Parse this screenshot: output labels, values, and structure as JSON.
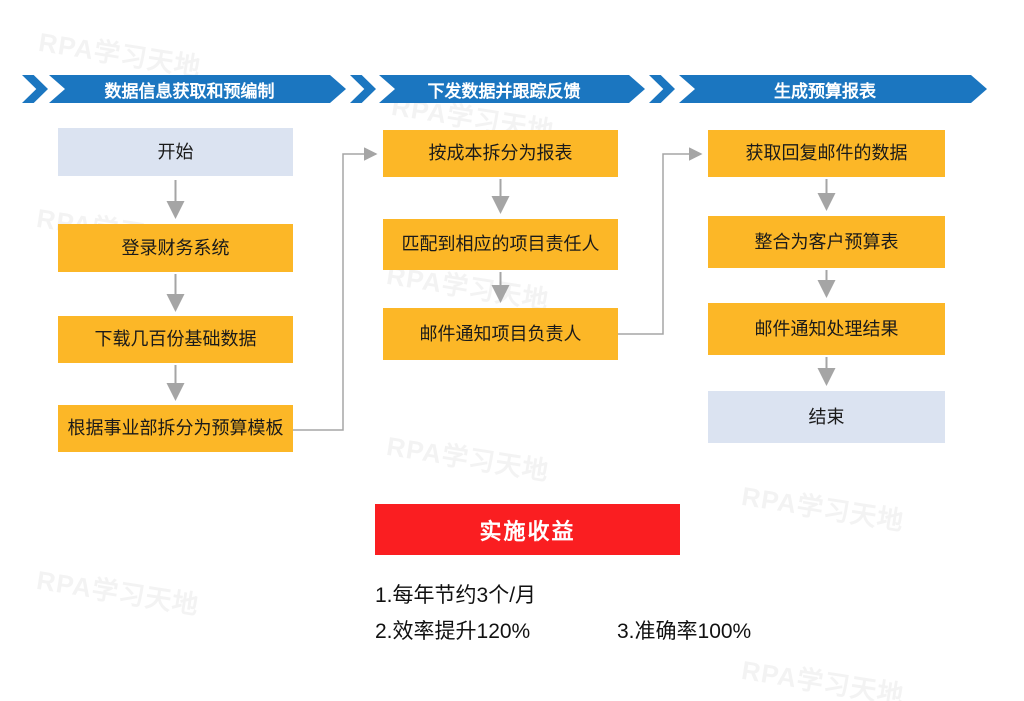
{
  "flow": {
    "stages": [
      {
        "title": "数据信息获取和预编制",
        "steps": [
          "开始",
          "登录财务系统",
          "下载几百份基础数据",
          "根据事业部拆分为预算模板"
        ]
      },
      {
        "title": "下发数据并跟踪反馈",
        "steps": [
          "按成本拆分为报表",
          "匹配到相应的项目责任人",
          "邮件通知项目负责人"
        ]
      },
      {
        "title": "生成预算报表",
        "steps": [
          "获取回复邮件的数据",
          "整合为客户预算表",
          "邮件通知处理结果",
          "结束"
        ]
      }
    ]
  },
  "benefits": {
    "title": "实施收益",
    "items": [
      "1.每年节约3个/月",
      "2.效率提升120%",
      "3.准确率100%"
    ]
  },
  "watermark": {
    "text": "RPA学习天地"
  },
  "colors": {
    "banner_blue": "#1b76c0",
    "step_orange": "#fcb727",
    "terminal_blue": "#dbe3f1",
    "benefit_red": "#fa1e21",
    "arrow_gray": "#a5a5a5",
    "watermark_gray": "#f3f3f3"
  }
}
